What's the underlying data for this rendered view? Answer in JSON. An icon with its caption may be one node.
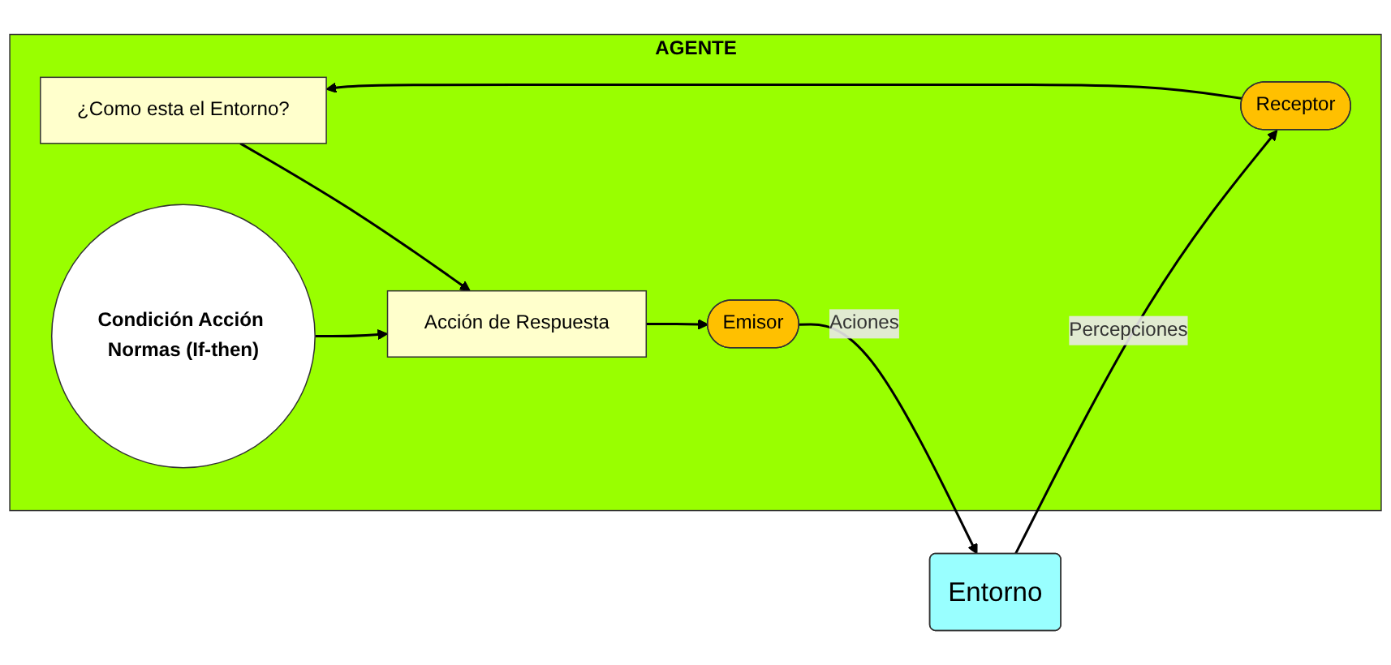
{
  "diagram": {
    "nodes": [
      {
        "text": [
          "AGENTE"
        ]
      },
      {
        "text": [
          "¿Como esta el Entorno?"
        ],
        "in": 0
      },
      {
        "text": [
          "Receptor"
        ],
        "in": 0
      },
      {
        "text": [
          "Acción de Respuesta"
        ],
        "in": 0
      },
      {
        "text": [
          "Condición Acción Normas (If-then)"
        ],
        "in": 0
      },
      {
        "text": [
          "Emisor"
        ],
        "in": 0
      },
      {
        "text": [
          "Entorno"
        ]
      }
    ],
    "edges": [
      {
        "from": 6,
        "to": 2,
        "arrow": "to",
        "label": "Percepciones"
      },
      {
        "from": 2,
        "to": 1,
        "arrow": "to"
      },
      {
        "from": 1,
        "to": 3,
        "arrow": "to"
      },
      {
        "from": 4,
        "to": 3,
        "arrow": "to"
      },
      {
        "from": 3,
        "to": 5,
        "arrow": "to"
      },
      {
        "from": 5,
        "to": 6,
        "arrow": "to",
        "label": "Aciones"
      }
    ]
  }
}
